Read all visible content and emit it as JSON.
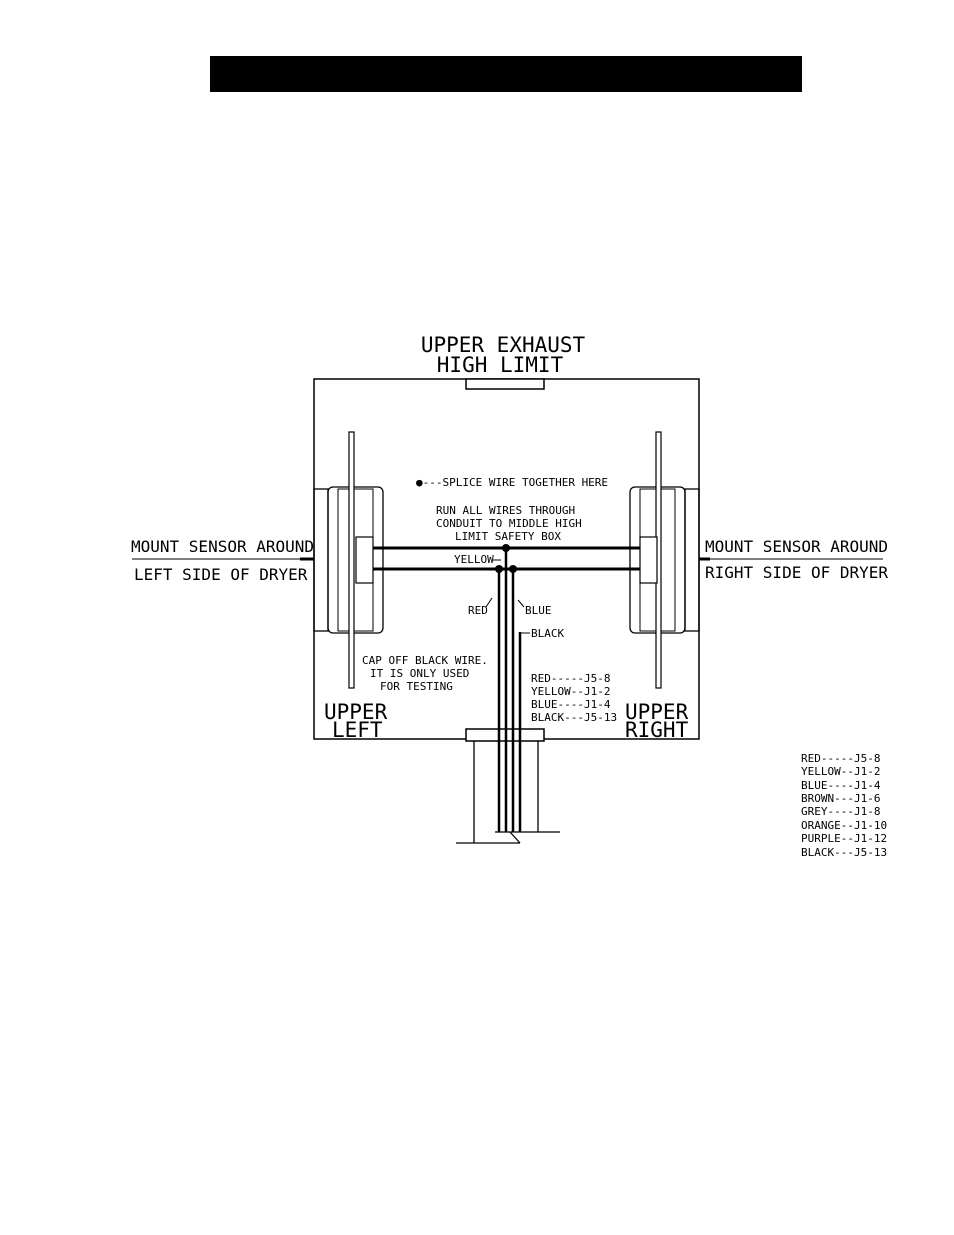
{
  "header": {
    "bar_color": "#000000"
  },
  "diagram": {
    "title_lines": [
      "UPPER EXHAUST",
      "HIGH LIMIT"
    ],
    "splice_note": "●---SPLICE WIRE TOGETHER HERE",
    "run_note": [
      "RUN ALL WIRES THROUGH",
      "CONDUIT TO MIDDLE HIGH",
      "LIMIT SAFETY BOX"
    ],
    "left_mount": [
      "MOUNT SENSOR AROUND",
      "LEFT SIDE OF DRYER"
    ],
    "right_mount": [
      "MOUNT SENSOR AROUND",
      "RIGHT SIDE OF DRYER"
    ],
    "wire_labels": {
      "yellow": "YELLOW",
      "red": "RED",
      "blue": "BLUE",
      "black": "BLACK"
    },
    "cap_note": [
      "CAP OFF BLACK WIRE.",
      "IT IS ONLY USED",
      "FOR TESTING"
    ],
    "inner_legend": [
      "RED-----J5-8",
      "YELLOW--J1-2",
      "BLUE----J1-4",
      "BLACK---J5-13"
    ],
    "upper_left": [
      "UPPER",
      "LEFT"
    ],
    "upper_right": [
      "UPPER",
      "RIGHT"
    ],
    "outer_legend": [
      "RED-----J5-8",
      "YELLOW--J1-2",
      "BLUE----J1-4",
      "BROWN---J1-6",
      "GREY----J1-8",
      "ORANGE--J1-10",
      "PURPLE--J1-12",
      "BLACK---J5-13"
    ]
  }
}
